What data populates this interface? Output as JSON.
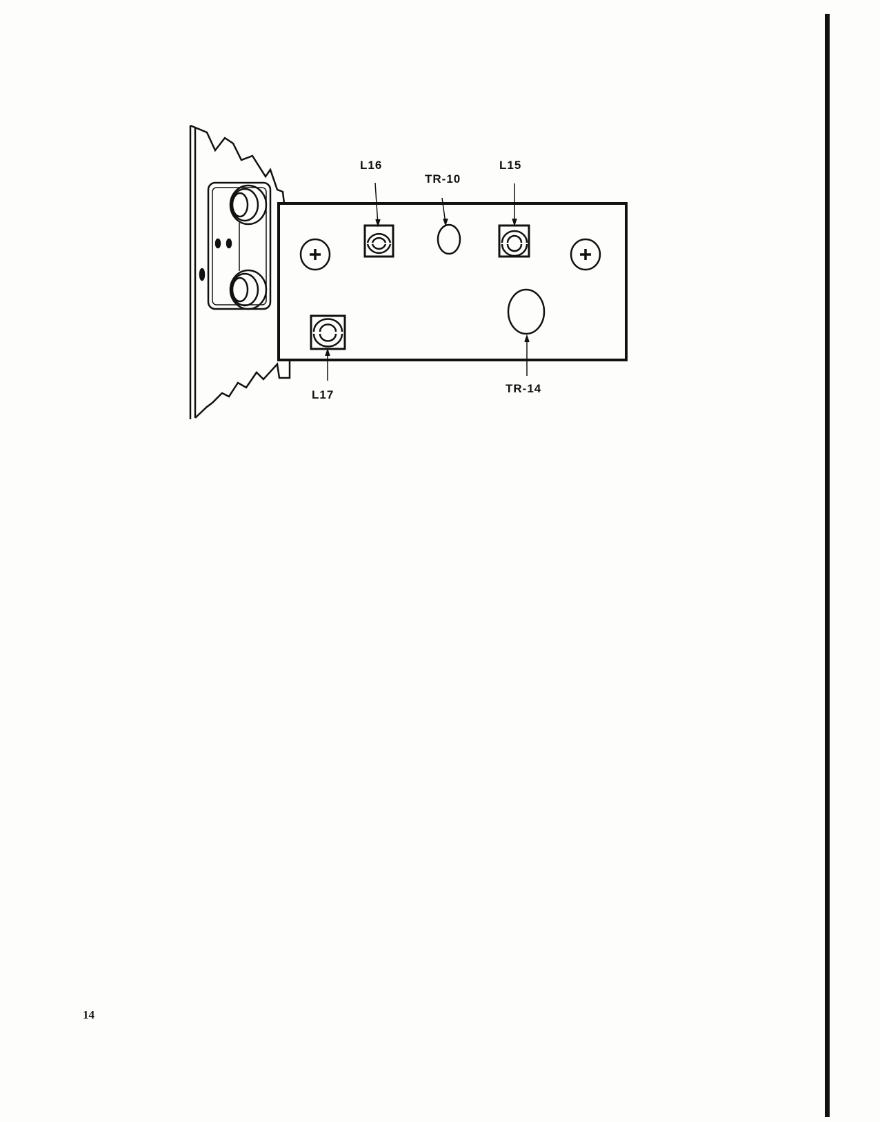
{
  "diagram": {
    "labels": {
      "l16": "L16",
      "tr10": "TR-10",
      "l15": "L15",
      "l17": "L17",
      "tr14": "TR-14"
    }
  },
  "footer": {
    "page_number": "14"
  }
}
